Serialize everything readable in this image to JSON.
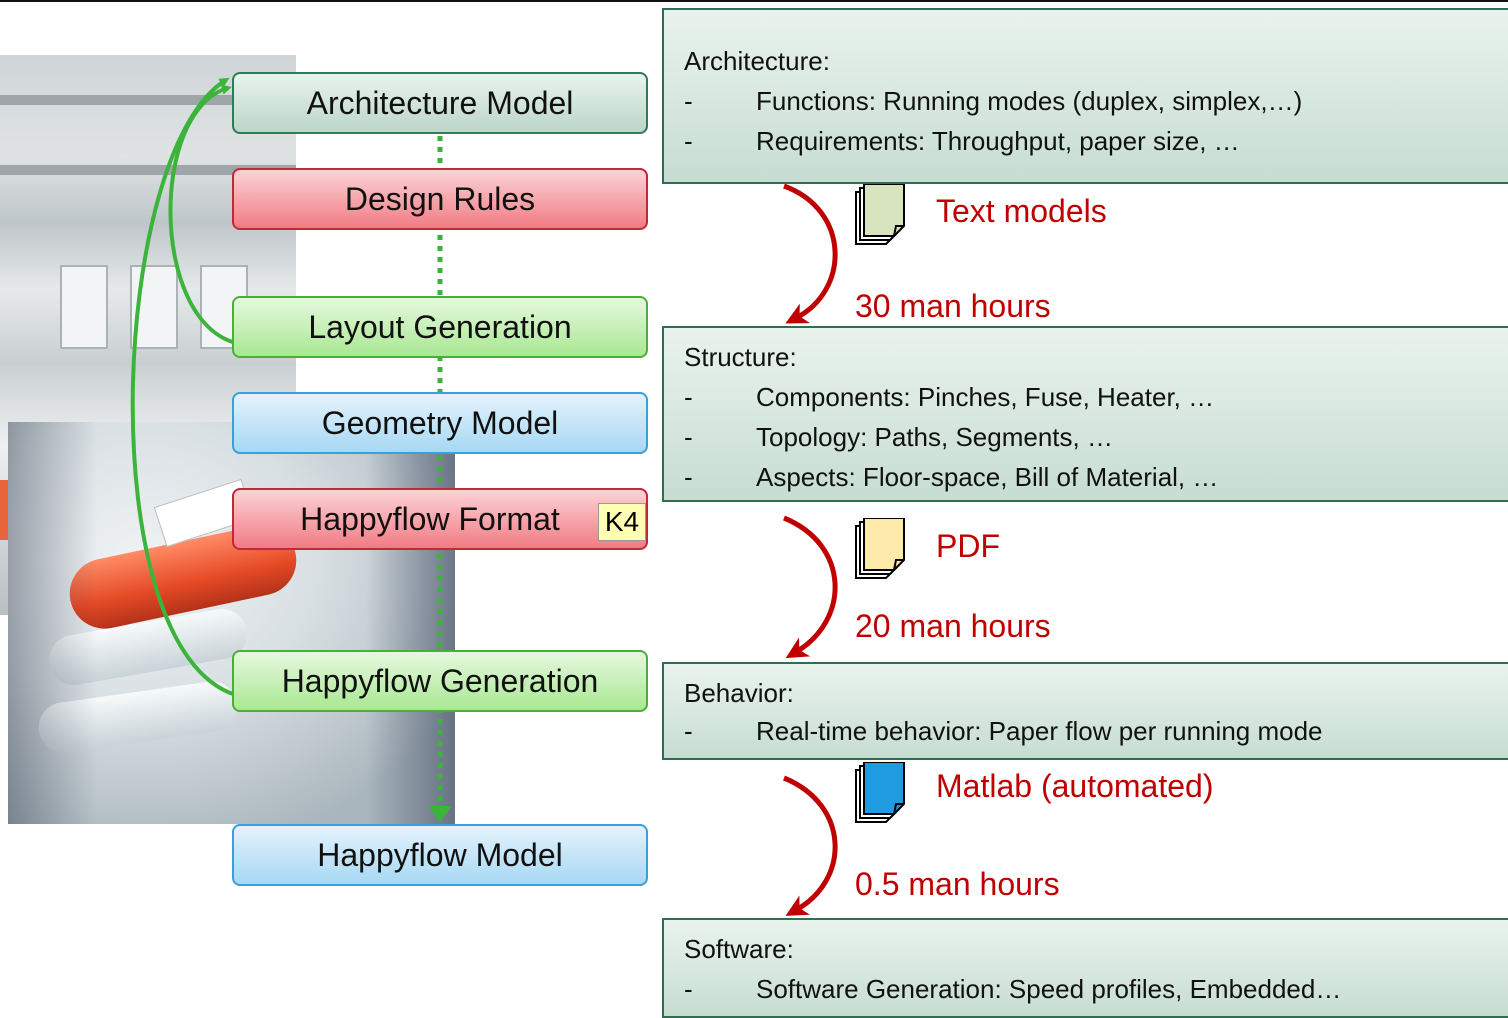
{
  "left_chain": {
    "nodes": [
      {
        "label": "Architecture Model",
        "style": "green-dark"
      },
      {
        "label": "Design Rules",
        "style": "red"
      },
      {
        "label": "Layout Generation",
        "style": "green"
      },
      {
        "label": "Geometry Model",
        "style": "blue"
      },
      {
        "label": "Happyflow Format",
        "style": "red"
      },
      {
        "label": "Happyflow Generation",
        "style": "green"
      },
      {
        "label": "Happyflow Model",
        "style": "blue"
      }
    ],
    "comment_marker": "K4"
  },
  "panels": [
    {
      "title": "Architecture:",
      "items": [
        {
          "dash": "-",
          "text": "Functions: Running modes (duplex, simplex,…)"
        },
        {
          "dash": "-",
          "text": "Requirements: Throughput, paper size, …"
        }
      ]
    },
    {
      "title": "Structure:",
      "items": [
        {
          "dash": "-",
          "text": "Components: Pinches, Fuse, Heater, …"
        },
        {
          "dash": "-",
          "text": "Topology: Paths, Segments, …"
        },
        {
          "dash": "-",
          "text": "Aspects: Floor-space, Bill of Material, …"
        }
      ]
    },
    {
      "title": "Behavior:",
      "items": [
        {
          "dash": "-",
          "text": "Real-time behavior: Paper flow per running mode"
        }
      ]
    },
    {
      "title": "Software:",
      "items": [
        {
          "dash": "-",
          "text": "Software Generation: Speed profiles, Embedded…"
        }
      ]
    }
  ],
  "transitions": [
    {
      "format": "Text models",
      "effort": "30 man hours",
      "doc_color": "#d7e4bd"
    },
    {
      "format": "PDF",
      "effort": "20 man hours",
      "doc_color": "#fde9a9"
    },
    {
      "format": "Matlab (automated)",
      "effort": "0.5 man hours",
      "doc_color": "#1f9be0"
    }
  ],
  "colors": {
    "arrow_red": "#c00000",
    "arrow_green": "#3cb43c",
    "dotted_green": "#3cb43c"
  }
}
